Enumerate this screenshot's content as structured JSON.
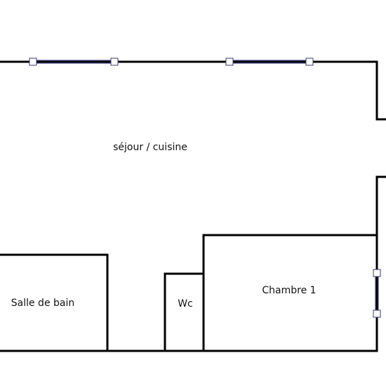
{
  "plan": {
    "rooms": [
      {
        "id": "sejour",
        "label": "séjour / cuisine"
      },
      {
        "id": "sdb",
        "label": "Salle de bain"
      },
      {
        "id": "wc",
        "label": "Wc"
      },
      {
        "id": "chambre1",
        "label": "Chambre 1"
      }
    ],
    "windows": [
      {
        "id": "window-top-left",
        "orientation": "horizontal"
      },
      {
        "id": "window-top-right",
        "orientation": "horizontal"
      },
      {
        "id": "window-chambre",
        "orientation": "vertical"
      }
    ],
    "colors": {
      "wall": "#000000",
      "window": "#4a4a8a",
      "background": "#ffffff"
    }
  }
}
